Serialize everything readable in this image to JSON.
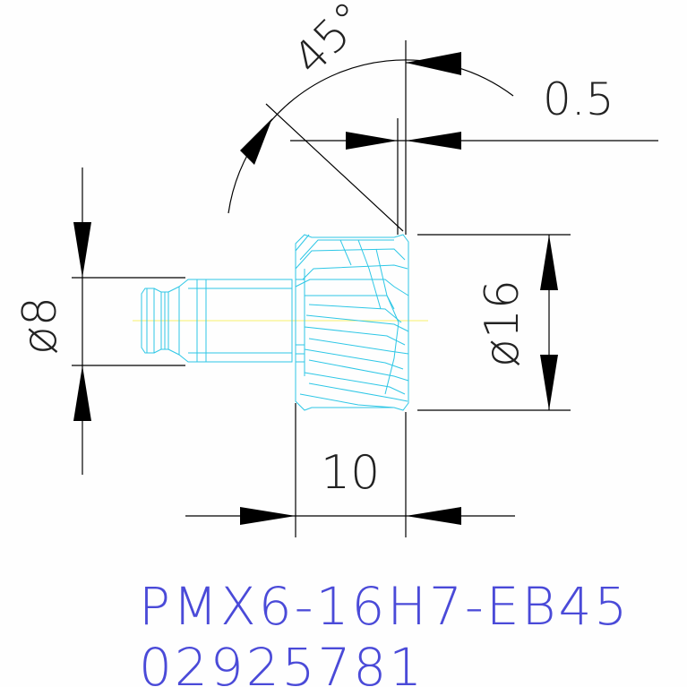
{
  "dimensions": {
    "angle": "45°",
    "chamfer": "0.5",
    "shank_diameter": "ø8",
    "outer_diameter": "ø16",
    "length": "10"
  },
  "part": {
    "model": "PMX6-16H7-EB45",
    "code": "02925781"
  },
  "colors": {
    "dimension_lines": "#000000",
    "part_outline": "#22d3ee",
    "center_line": "#ffff66",
    "label_text": "#3b3bd6",
    "dim_text": "#333333"
  }
}
